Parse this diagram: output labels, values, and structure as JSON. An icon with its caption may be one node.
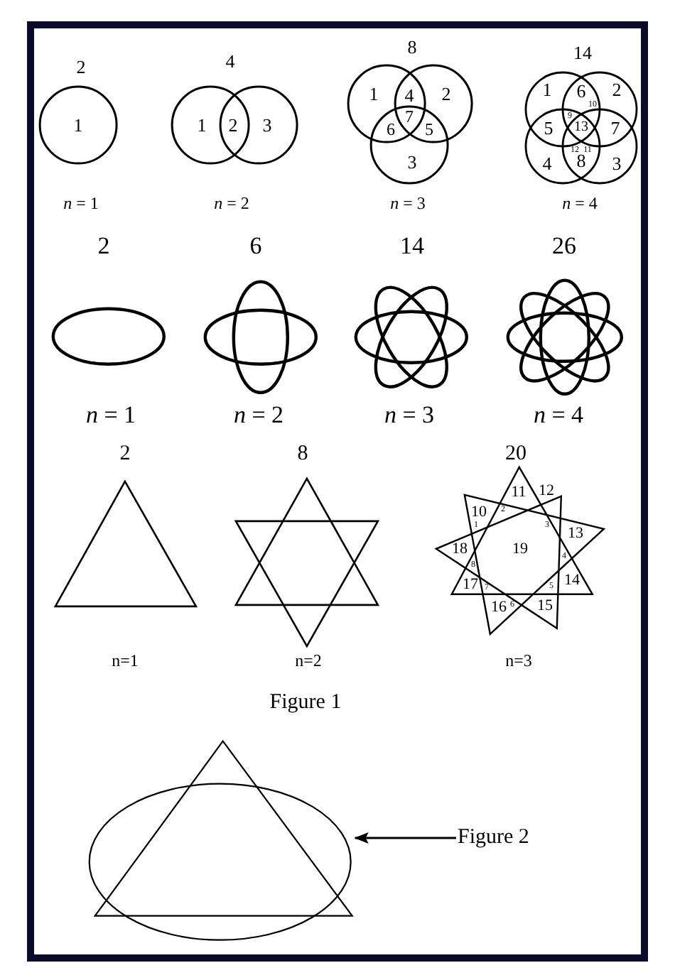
{
  "diagram": {
    "nodes": [
      {
        "text": [
          "Figure 2"
        ]
      },
      {
        "text": [],
        "shape": "picture"
      }
    ],
    "edges": [
      {
        "from": 0,
        "to": 1,
        "arrow": "to"
      }
    ],
    "labels": [
      "2",
      "4",
      "8",
      "14",
      "1",
      "1",
      "2",
      "3",
      "1",
      "4",
      "2",
      "6",
      "7",
      "5",
      "3",
      "1",
      "6",
      "2",
      "9",
      "10",
      "5",
      "13",
      "7",
      "12",
      "11",
      "4",
      "8",
      "3",
      "*n* = 1",
      "*n* = 2",
      "*n* = 3",
      "*n* = 4",
      "2",
      "6",
      "14",
      "26",
      "*n* = 1",
      "*n* = 2",
      "*n* = 3",
      "*n* = 4",
      "2",
      "8",
      "20",
      "11",
      "12",
      "10",
      "2",
      "1",
      "3",
      "13",
      "18",
      "19",
      "4",
      "8",
      "17",
      "7",
      "5",
      "14",
      "16",
      "6",
      "15",
      "n=1",
      "n=2",
      "n=3",
      "Figure 1"
    ]
  }
}
